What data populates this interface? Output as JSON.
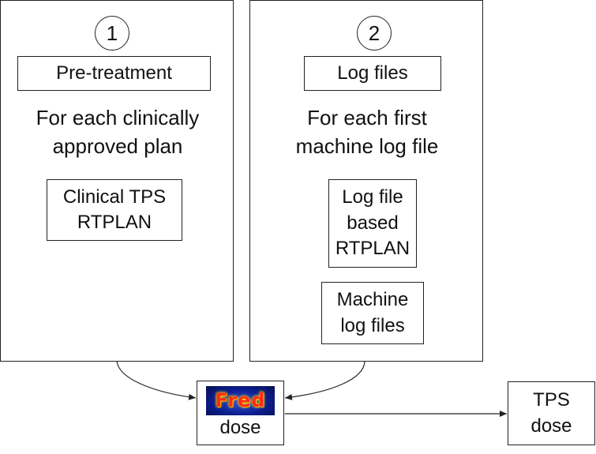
{
  "step1": {
    "number": "1",
    "tag": "Pre-treatment",
    "heading_lines": [
      "For each clinically",
      "approved plan"
    ],
    "box_lines": [
      "Clinical TPS",
      "RTPLAN"
    ]
  },
  "step2": {
    "number": "2",
    "tag": "Log files",
    "heading_lines": [
      "For each first",
      "machine log file"
    ],
    "box1_lines": [
      "Log file",
      "based",
      "RTPLAN"
    ],
    "box2_lines": [
      "Machine",
      "log files"
    ]
  },
  "fred": {
    "logo_text": "Fred",
    "label": "dose"
  },
  "tps_dose": {
    "lines": [
      "TPS",
      "dose"
    ]
  }
}
